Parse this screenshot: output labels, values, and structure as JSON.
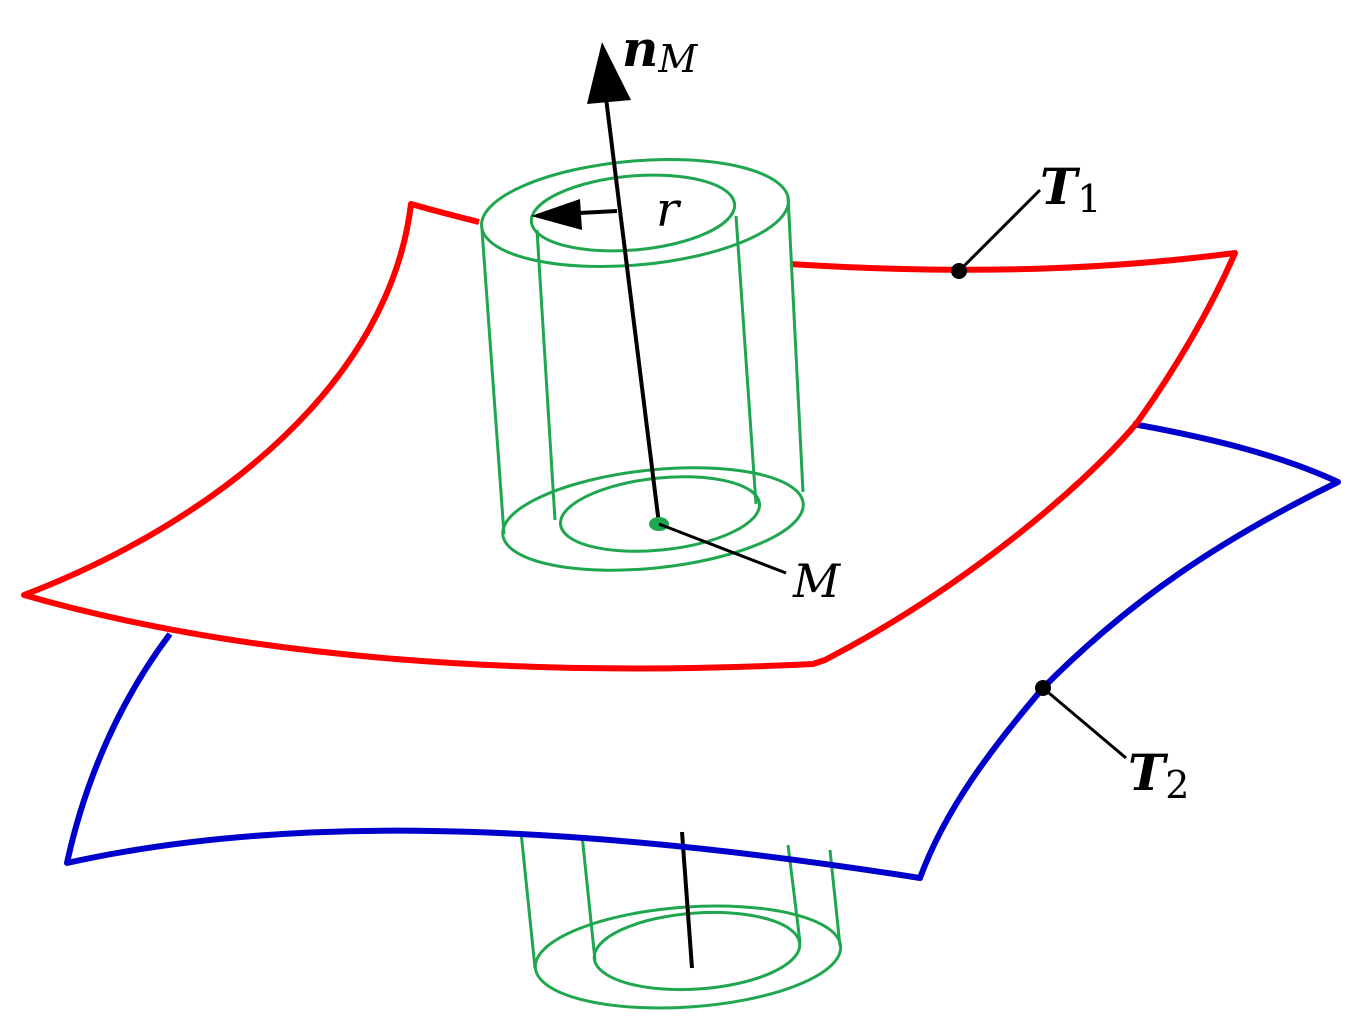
{
  "labels": {
    "normal_symbol": "n",
    "normal_subscript": "M",
    "radius": "r",
    "point": "M",
    "surface1_symbol": "T",
    "surface1_subscript": "1",
    "surface2_symbol": "T",
    "surface2_subscript": "2"
  },
  "colors": {
    "surface1_edge": "#ff0000",
    "surface2_edge": "#0000cc",
    "cylinder": "#1fa64f",
    "vector": "#000000"
  }
}
